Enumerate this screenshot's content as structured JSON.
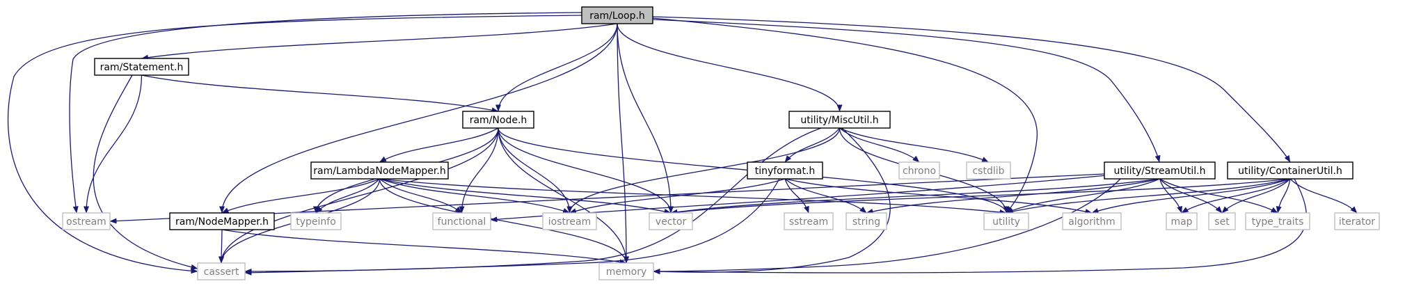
{
  "colors": {
    "edge": "#191970",
    "root_fill": "#bfbfbf",
    "local_border": "#000000",
    "system_border": "#bfbfbf",
    "local_text": "#000000",
    "system_text": "#7f7f7f"
  },
  "nodes": [
    {
      "id": "loop",
      "label": "ram/Loop.h",
      "kind": "root"
    },
    {
      "id": "statement",
      "label": "ram/Statement.h",
      "kind": "local"
    },
    {
      "id": "node",
      "label": "ram/Node.h",
      "kind": "local"
    },
    {
      "id": "miscutil",
      "label": "utility/MiscUtil.h",
      "kind": "local"
    },
    {
      "id": "streamutil",
      "label": "utility/StreamUtil.h",
      "kind": "local"
    },
    {
      "id": "containerutil",
      "label": "utility/ContainerUtil.h",
      "kind": "local"
    },
    {
      "id": "lambdanodemapper",
      "label": "ram/LambdaNodeMapper.h",
      "kind": "local"
    },
    {
      "id": "tinyformat",
      "label": "tinyformat.h",
      "kind": "local"
    },
    {
      "id": "nodemapper",
      "label": "ram/NodeMapper.h",
      "kind": "local"
    },
    {
      "id": "chrono",
      "label": "chrono",
      "kind": "system"
    },
    {
      "id": "cstdlib",
      "label": "cstdlib",
      "kind": "system"
    },
    {
      "id": "ostream",
      "label": "ostream",
      "kind": "system"
    },
    {
      "id": "typeinfo",
      "label": "typeinfo",
      "kind": "system"
    },
    {
      "id": "functional",
      "label": "functional",
      "kind": "system"
    },
    {
      "id": "iostream",
      "label": "iostream",
      "kind": "system"
    },
    {
      "id": "vector",
      "label": "vector",
      "kind": "system"
    },
    {
      "id": "sstream",
      "label": "sstream",
      "kind": "system"
    },
    {
      "id": "string",
      "label": "string",
      "kind": "system"
    },
    {
      "id": "utility",
      "label": "utility",
      "kind": "system"
    },
    {
      "id": "algorithm",
      "label": "algorithm",
      "kind": "system"
    },
    {
      "id": "map",
      "label": "map",
      "kind": "system"
    },
    {
      "id": "set",
      "label": "set",
      "kind": "system"
    },
    {
      "id": "type_traits",
      "label": "type_traits",
      "kind": "system"
    },
    {
      "id": "iterator",
      "label": "iterator",
      "kind": "system"
    },
    {
      "id": "cassert",
      "label": "cassert",
      "kind": "system"
    },
    {
      "id": "memory",
      "label": "memory",
      "kind": "system"
    }
  ],
  "edges": [
    [
      "loop",
      "statement"
    ],
    [
      "loop",
      "node"
    ],
    [
      "loop",
      "miscutil"
    ],
    [
      "loop",
      "streamutil"
    ],
    [
      "loop",
      "containerutil"
    ],
    [
      "loop",
      "ostream"
    ],
    [
      "loop",
      "cassert"
    ],
    [
      "loop",
      "nodemapper"
    ],
    [
      "loop",
      "memory"
    ],
    [
      "loop",
      "vector"
    ],
    [
      "loop",
      "utility"
    ],
    [
      "statement",
      "node"
    ],
    [
      "statement",
      "ostream"
    ],
    [
      "statement",
      "cassert"
    ],
    [
      "node",
      "lambdanodemapper"
    ],
    [
      "node",
      "typeinfo"
    ],
    [
      "node",
      "functional"
    ],
    [
      "node",
      "iostream"
    ],
    [
      "node",
      "vector"
    ],
    [
      "node",
      "memory"
    ],
    [
      "node",
      "utility"
    ],
    [
      "node",
      "cassert"
    ],
    [
      "lambdanodemapper",
      "nodemapper"
    ],
    [
      "lambdanodemapper",
      "typeinfo"
    ],
    [
      "lambdanodemapper",
      "functional"
    ],
    [
      "lambdanodemapper",
      "iostream"
    ],
    [
      "lambdanodemapper",
      "vector"
    ],
    [
      "lambdanodemapper",
      "utility"
    ],
    [
      "lambdanodemapper",
      "memory"
    ],
    [
      "lambdanodemapper",
      "cassert"
    ],
    [
      "nodemapper",
      "cassert"
    ],
    [
      "nodemapper",
      "memory"
    ],
    [
      "miscutil",
      "tinyformat"
    ],
    [
      "miscutil",
      "chrono"
    ],
    [
      "miscutil",
      "cstdlib"
    ],
    [
      "miscutil",
      "iostream"
    ],
    [
      "miscutil",
      "cassert"
    ],
    [
      "miscutil",
      "memory"
    ],
    [
      "miscutil",
      "utility"
    ],
    [
      "tinyformat",
      "iostream"
    ],
    [
      "tinyformat",
      "sstream"
    ],
    [
      "tinyformat",
      "string"
    ],
    [
      "tinyformat",
      "algorithm"
    ],
    [
      "tinyformat",
      "cassert"
    ],
    [
      "streamutil",
      "ostream"
    ],
    [
      "streamutil",
      "functional"
    ],
    [
      "streamutil",
      "vector"
    ],
    [
      "streamutil",
      "string"
    ],
    [
      "streamutil",
      "utility"
    ],
    [
      "streamutil",
      "map"
    ],
    [
      "streamutil",
      "set"
    ],
    [
      "streamutil",
      "type_traits"
    ],
    [
      "streamutil",
      "memory"
    ],
    [
      "containerutil",
      "vector"
    ],
    [
      "containerutil",
      "utility"
    ],
    [
      "containerutil",
      "algorithm"
    ],
    [
      "containerutil",
      "map"
    ],
    [
      "containerutil",
      "set"
    ],
    [
      "containerutil",
      "type_traits"
    ],
    [
      "containerutil",
      "iterator"
    ],
    [
      "containerutil",
      "memory"
    ]
  ]
}
